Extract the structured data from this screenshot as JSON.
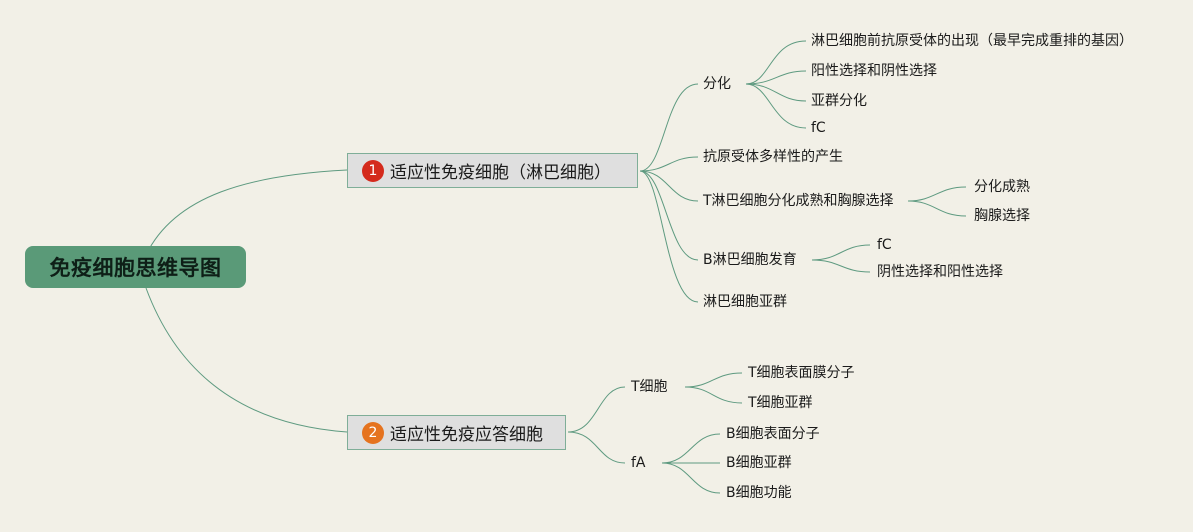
{
  "root": {
    "label": "免疫细胞思维导图"
  },
  "branches": [
    {
      "num": "1",
      "num_color": "#d42a1c",
      "label": "适应性免疫细胞（淋巴细胞）",
      "children": [
        {
          "label": "分化",
          "children": [
            "淋巴细胞前抗原受体的出现（最早完成重排的基因）",
            "阳性选择和阴性选择",
            "亚群分化",
            "fC"
          ]
        },
        {
          "label": "抗原受体多样性的产生",
          "children": []
        },
        {
          "label": "T淋巴细胞分化成熟和胸腺选择",
          "children": [
            "分化成熟",
            "胸腺选择"
          ]
        },
        {
          "label": "B淋巴细胞发育",
          "children": [
            "fC",
            "阴性选择和阳性选择"
          ]
        },
        {
          "label": "淋巴细胞亚群",
          "children": []
        }
      ]
    },
    {
      "num": "2",
      "num_color": "#e5731f",
      "label": "适应性免疫应答细胞",
      "children": [
        {
          "label": "T细胞",
          "children": [
            "T细胞表面膜分子",
            "T细胞亚群"
          ]
        },
        {
          "label": "fA",
          "children": [
            "B细胞表面分子",
            "B细胞亚群",
            "B细胞功能"
          ]
        }
      ]
    }
  ]
}
